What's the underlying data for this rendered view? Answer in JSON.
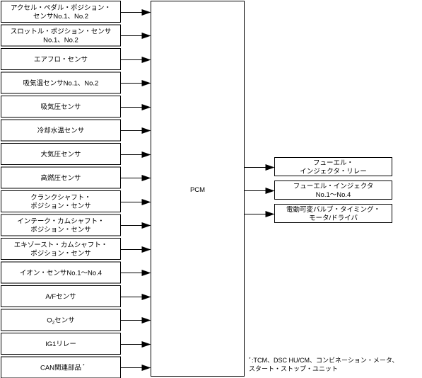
{
  "pcm": {
    "label": "PCM"
  },
  "inputs": [
    {
      "lines": [
        "アクセル・ペダル・ポジション・",
        "センサNo.1、No.2"
      ]
    },
    {
      "lines": [
        "スロットル・ポジション・センサ",
        "No.1、No.2"
      ]
    },
    {
      "lines": [
        "エアフロ・センサ"
      ]
    },
    {
      "lines": [
        "吸気温センサNo.1、No.2"
      ]
    },
    {
      "lines": [
        "吸気圧センサ"
      ]
    },
    {
      "lines": [
        "冷却水温センサ"
      ]
    },
    {
      "lines": [
        "大気圧センサ"
      ]
    },
    {
      "lines": [
        "高燃圧センサ"
      ]
    },
    {
      "lines": [
        "クランクシャフト・",
        "ポジション・センサ"
      ]
    },
    {
      "lines": [
        "インテーク・カムシャフト・",
        "ポジション・センサ"
      ]
    },
    {
      "lines": [
        "エキゾースト・カムシャフト・",
        "ポジション・センサ"
      ]
    },
    {
      "lines": [
        "イオン・センサNo.1～No.4"
      ]
    },
    {
      "lines": [
        "A/Fセンサ"
      ]
    },
    {
      "lines": [
        "O2センサ"
      ],
      "rich": {
        "main": "O",
        "sub": "2",
        "rest": "センサ"
      }
    },
    {
      "lines": [
        "IG1リレー"
      ]
    },
    {
      "lines": [
        "CAN関連部品"
      ],
      "note_mark": "*"
    }
  ],
  "outputs": [
    {
      "lines": [
        "フューエル・",
        "インジェクタ・リレー"
      ]
    },
    {
      "lines": [
        "フューエル・インジェクタ",
        "No.1～No.4"
      ]
    },
    {
      "lines": [
        "電動可変バルブ・タイミング・",
        "モータ/ドライバ"
      ]
    }
  ],
  "footnote": {
    "mark": "*",
    "lines": [
      ":TCM、DSC HU/CM、コンビネーション・メータ、",
      "スタート・ストップ・ユニット"
    ]
  }
}
